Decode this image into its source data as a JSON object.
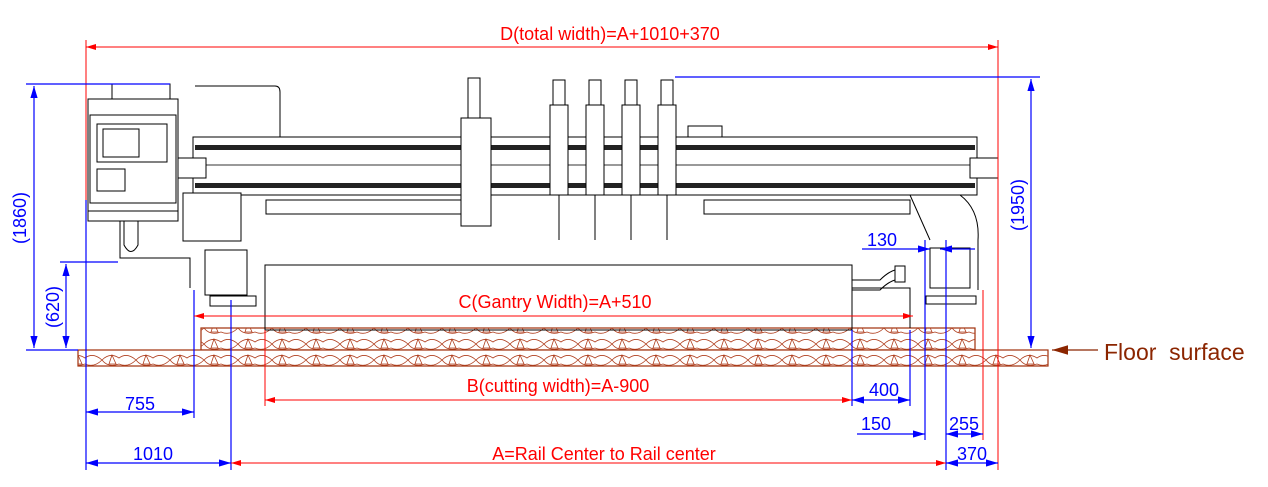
{
  "title": "Gantry cutting machine dimension drawing",
  "dimensions": {
    "total_width": "D(total width)=A+1010+370",
    "gantry_width": "C(Gantry Width)=A+510",
    "cutting_width": "B(cutting width)=A-900",
    "rail_center": "A=Rail Center to Rail center",
    "height_1860": "(1860)",
    "height_620": "(620)",
    "height_1950": "(1950)",
    "d130": "130",
    "d400": "400",
    "d755": "755",
    "d150": "150",
    "d255": "255",
    "d1010": "1010",
    "d370": "370"
  },
  "floor_label": "Floor  surface",
  "colors": {
    "dimension_red": "#ff0000",
    "dimension_blue": "#0000ff",
    "floor": "#a0300a"
  }
}
